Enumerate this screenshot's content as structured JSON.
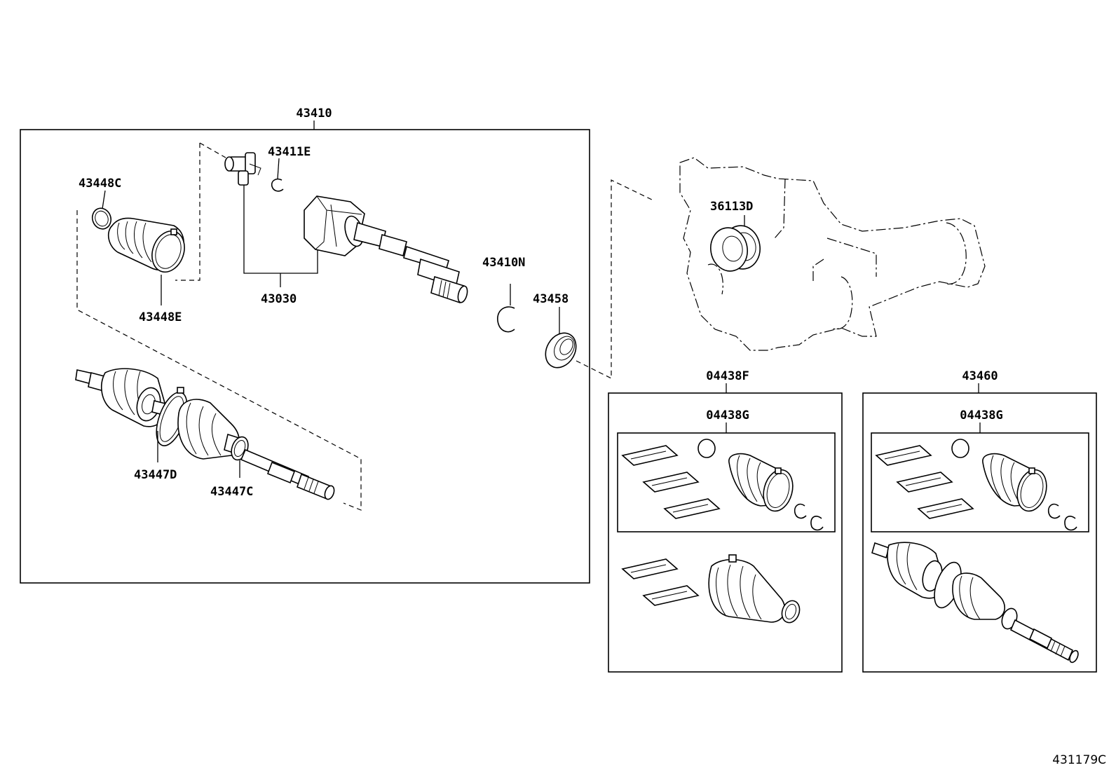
{
  "labels": {
    "p43410": "43410",
    "p43411E": "43411E",
    "p43448C": "43448C",
    "p43448E": "43448E",
    "p43030": "43030",
    "p43410N": "43410N",
    "p43458": "43458",
    "p43447D": "43447D",
    "p43447C": "43447C",
    "p36113D": "36113D",
    "p04438F": "04438F",
    "p04438G_a": "04438G",
    "p43460": "43460",
    "p04438G_b": "04438G"
  },
  "figure_ref": "431179C"
}
